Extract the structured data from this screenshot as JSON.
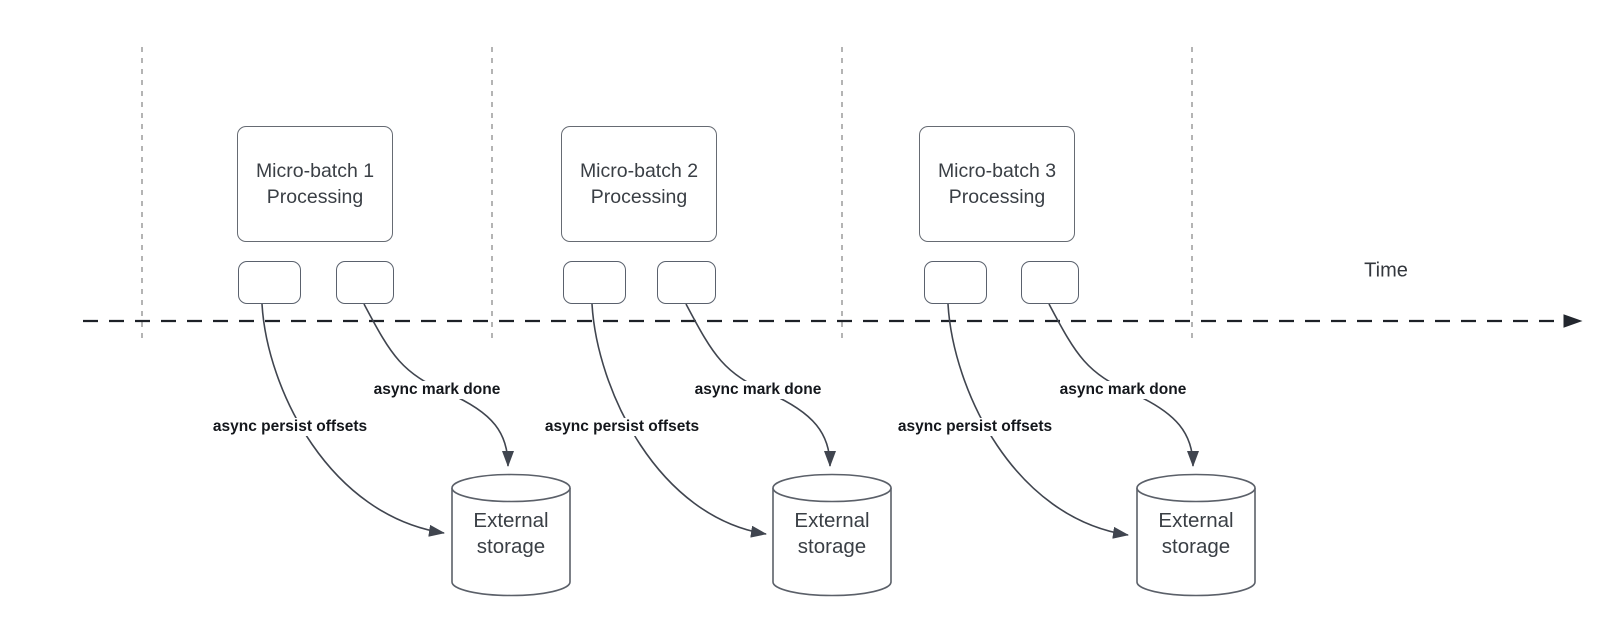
{
  "timeline": {
    "label": "Time"
  },
  "columns": [
    {
      "batch_line1": "Micro-batch 1",
      "batch_line2": "Processing",
      "persist_label": "async persist offsets",
      "mark_label": "async mark done",
      "storage_line1": "External",
      "storage_line2": "storage"
    },
    {
      "batch_line1": "Micro-batch 2",
      "batch_line2": "Processing",
      "persist_label": "async persist offsets",
      "mark_label": "async mark done",
      "storage_line1": "External",
      "storage_line2": "storage"
    },
    {
      "batch_line1": "Micro-batch 3",
      "batch_line2": "Processing",
      "persist_label": "async persist offsets",
      "mark_label": "async mark done",
      "storage_line1": "External",
      "storage_line2": "storage"
    }
  ],
  "colors": {
    "box_border": "#666b73",
    "small_box_border": "#5a616d",
    "arrow_stroke": "#40454f",
    "timeline_stroke": "#1d2127",
    "guide_stroke": "#9b9b9b",
    "text": "#3a3f45",
    "label_text": "#14171c"
  }
}
